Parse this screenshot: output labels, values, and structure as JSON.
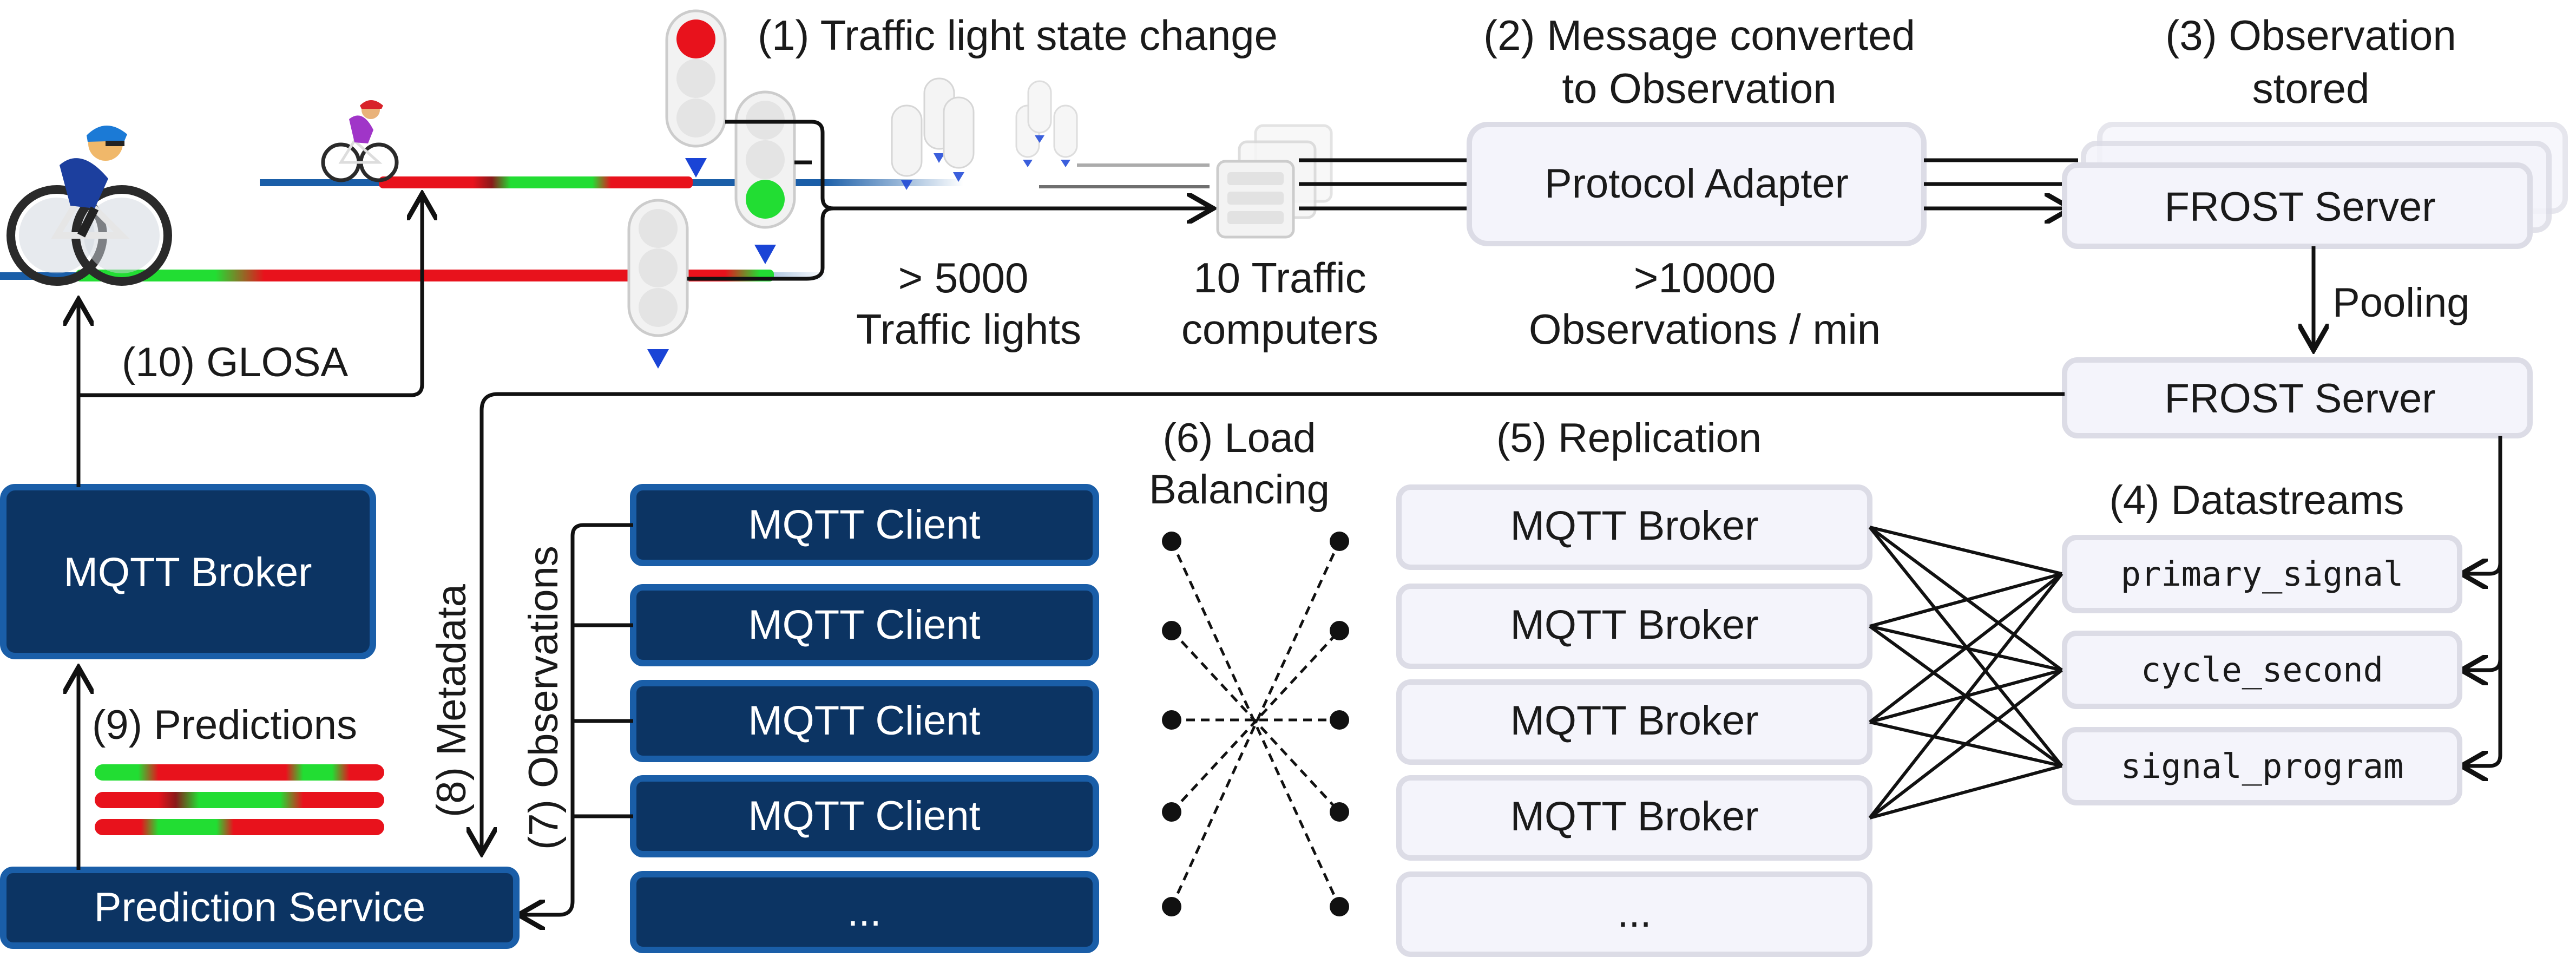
{
  "steps": {
    "s1": "(1) Traffic light state change",
    "s2_line1": "(2) Message converted",
    "s2_line2": "to Observation",
    "s3_line1": "(3) Observation",
    "s3_line2": "stored",
    "s4": "(4) Datastreams",
    "s5": "(5) Replication",
    "s6_line1": "(6) Load",
    "s6_line2": "Balancing",
    "s7": "(7) Observations",
    "s8": "(8) Metadata",
    "s9": "(9) Predictions",
    "s10": "(10) GLOSA"
  },
  "stats": {
    "lights_line1": "> 5000",
    "lights_line2": "Traffic lights",
    "computers_line1": "10 Traffic",
    "computers_line2": "computers",
    "obs_line1": ">10000",
    "obs_line2": "Observations / min"
  },
  "boxes": {
    "protocol_adapter": "Protocol Adapter",
    "frost_server_top": "FROST Server",
    "frost_server_bottom": "FROST Server",
    "pooling": "Pooling",
    "mqtt_broker_main": "MQTT Broker",
    "prediction_service": "Prediction Service",
    "mqtt_clients": [
      "MQTT Client",
      "MQTT Client",
      "MQTT Client",
      "MQTT Client",
      "..."
    ],
    "replica_brokers": [
      "MQTT Broker",
      "MQTT Broker",
      "MQTT Broker",
      "MQTT Broker",
      "..."
    ],
    "datastreams": [
      "primary_signal",
      "cycle_second",
      "signal_program"
    ]
  },
  "colors": {
    "dark_box": "#0c3463",
    "dark_box_border": "#1a5ea8",
    "light_box": "#f4f4fb",
    "light_box_border": "#dcdce6",
    "signal_red": "#e8121c",
    "signal_green": "#22dd33",
    "road_blue": "#1a5ea8"
  },
  "icons": {
    "cyclists": [
      "cyclist-icon",
      "cyclist-icon"
    ],
    "traffic_lights": [
      "traffic-light-icon"
    ],
    "traffic_computer": "traffic-computer-icon"
  }
}
